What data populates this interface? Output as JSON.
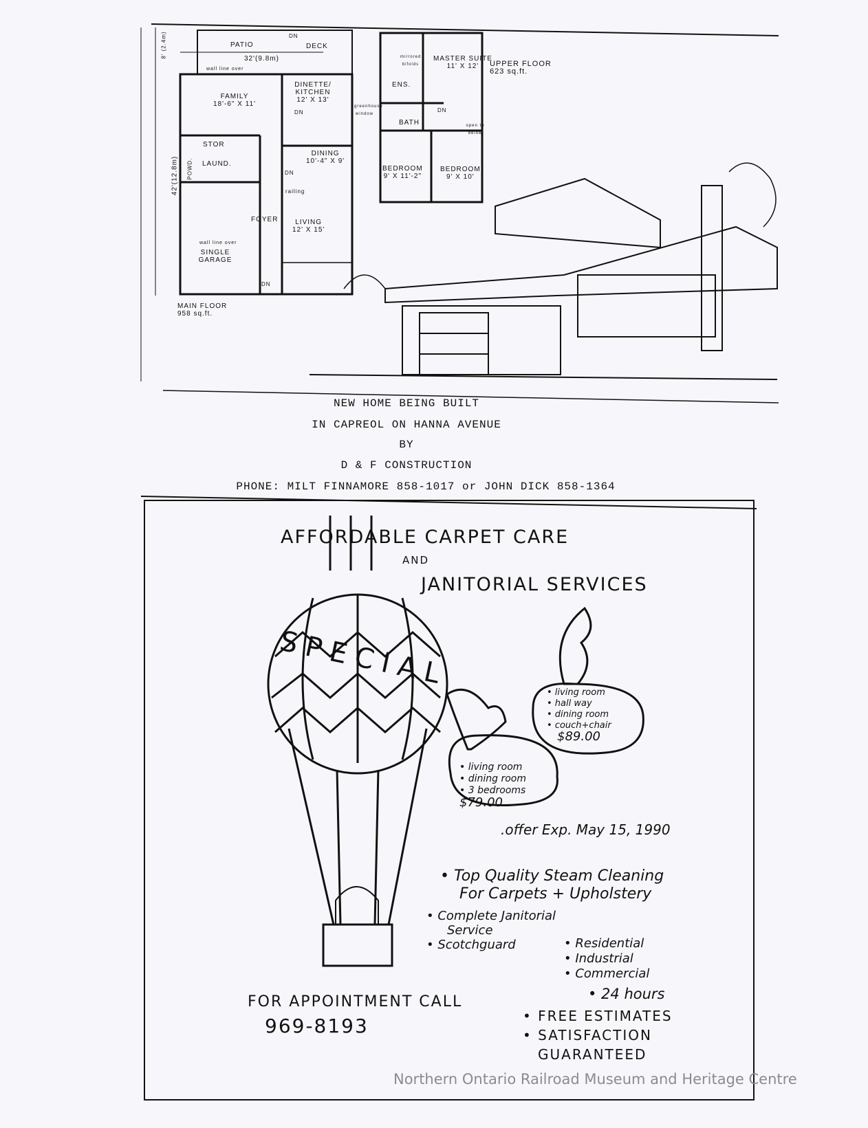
{
  "floor_plan": {
    "main_floor": {
      "title": "MAIN FLOOR",
      "area": "958 sq.ft.",
      "rooms": [
        {
          "name": "PATIO",
          "size": ""
        },
        {
          "name": "DECK",
          "size": ""
        },
        {
          "name": "FAMILY",
          "size": "18'-6\" X 11'"
        },
        {
          "name": "DINETTE/ KITCHEN",
          "size": "12' X 13'"
        },
        {
          "name": "STOR",
          "size": ""
        },
        {
          "name": "LAUND.",
          "size": ""
        },
        {
          "name": "POWD.",
          "size": ""
        },
        {
          "name": "DINING",
          "size": "10'-4\" X 9'"
        },
        {
          "name": "FOYER",
          "size": ""
        },
        {
          "name": "LIVING",
          "size": "12' X 15'"
        },
        {
          "name": "SINGLE GARAGE",
          "size": ""
        }
      ],
      "dimensions": {
        "width": "32'(9.8m)",
        "depth": "42'(12.8m)",
        "patio": "8' (2.4m)"
      },
      "notes": [
        "wall line over",
        "wall line over",
        "railing",
        "greenhouse window",
        "DN",
        "DN",
        "DN",
        "DN"
      ]
    },
    "upper_floor": {
      "title": "UPPER FLOOR",
      "area": "623 sq.ft.",
      "rooms": [
        {
          "name": "MASTER SUITE",
          "size": "11' X 12'"
        },
        {
          "name": "ENS.",
          "size": ""
        },
        {
          "name": "BATH",
          "size": ""
        },
        {
          "name": "BEDROOM",
          "size": "9' X 11'-2\""
        },
        {
          "name": "BEDROOM",
          "size": "9' X 10'"
        }
      ],
      "notes": [
        "mirrored bifolds",
        "open to below",
        "DN"
      ]
    }
  },
  "house_ad": {
    "lines": [
      "NEW HOME BEING BUILT",
      "IN CAPREOL ON HANNA AVENUE",
      "BY",
      "D & F CONSTRUCTION",
      "PHONE: MILT FINNAMORE 858-1017 or JOHN DICK 858-1364"
    ]
  },
  "carpet_ad": {
    "title_1": "AFFORDABLE CARPET CARE",
    "title_and": "AND",
    "title_2": "JANITORIAL SERVICES",
    "balloon_text": "SPECIAL",
    "offer_a": {
      "items": [
        "• living room",
        "• dining room",
        "• 3 bedrooms"
      ],
      "price": "$79.00"
    },
    "offer_b": {
      "items": [
        "• living room",
        "• hall way",
        "• dining room",
        "• couch+chair"
      ],
      "price": "$89.00"
    },
    "expiry": ".offer Exp. May 15, 1990",
    "services": [
      "• Top Quality Steam Cleaning",
      "For Carpets + Upholstery",
      "• Complete Janitorial",
      "Service",
      "• Scotchguard"
    ],
    "sectors": [
      "• Residential",
      "• Industrial",
      "• Commercial"
    ],
    "extras": [
      "• 24 hours",
      "• FREE ESTIMATES",
      "• SATISFACTION",
      "GUARANTEED"
    ],
    "call_label": "FOR APPOINTMENT CALL",
    "phone": "969-8193"
  },
  "watermark": "Northern Ontario Railroad Museum and Heritage Centre"
}
